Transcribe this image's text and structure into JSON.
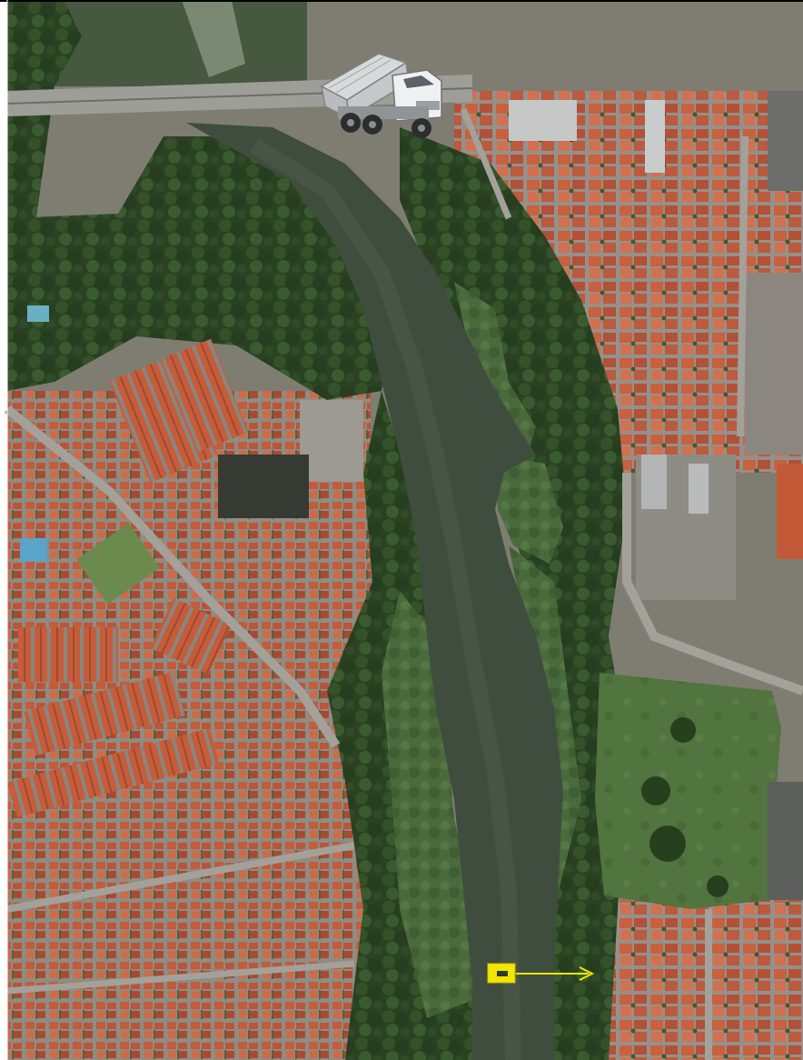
{
  "map": {
    "view": "satellite",
    "annotations": [
      {
        "type": "truck-illustration",
        "description_name": "dump-truck-icon"
      },
      {
        "type": "marker",
        "shape": "square",
        "color": "#f2e600"
      },
      {
        "type": "arrow",
        "color": "#f2e600",
        "direction": "right"
      }
    ],
    "colors": {
      "river": "#3f4d3e",
      "vegetation": "#2e4a26",
      "roofs": "#c05a3a",
      "roads": "#8e8f86",
      "marker": "#f2e600",
      "frame_border": "#000000"
    }
  }
}
